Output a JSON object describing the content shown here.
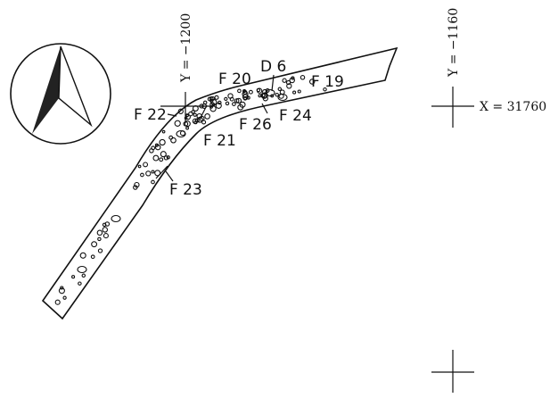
{
  "north_arrow": {
    "icon": "north-arrow-icon"
  },
  "grid_labels": {
    "y_left": "Y = −1200",
    "y_right": "Y = −1160",
    "x_right": "X = 31760"
  },
  "features": [
    {
      "id": "F19",
      "label": "F 19"
    },
    {
      "id": "F20",
      "label": "F 20"
    },
    {
      "id": "D6",
      "label": "D 6"
    },
    {
      "id": "F21",
      "label": "F 21"
    },
    {
      "id": "F22",
      "label": "F 22"
    },
    {
      "id": "F23",
      "label": "F 23"
    },
    {
      "id": "F24",
      "label": "F 24"
    },
    {
      "id": "F26",
      "label": "F 26"
    }
  ],
  "colors": {
    "ink": "#111111",
    "paper": "#ffffff"
  }
}
